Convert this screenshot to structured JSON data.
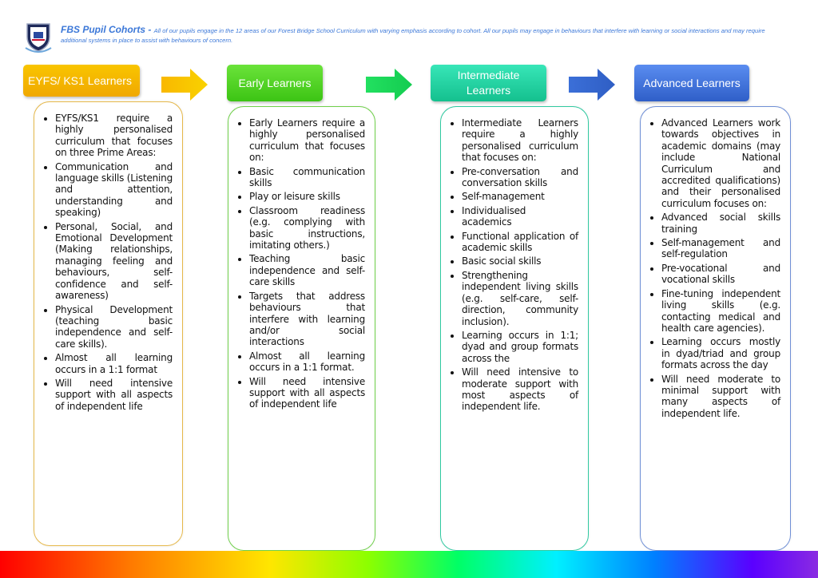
{
  "header": {
    "title": "FBS Pupil Cohorts",
    "dash": " - ",
    "description": "All of our pupils engage in the 12 areas of our Forest Bridge School Curriculum with varying emphasis according to cohort.  All our pupils may engage in behaviours that interfere with learning or social interactions and may require additional systems in place to assist with behaviours of concern."
  },
  "colors": {
    "eyfs": "#f7b500",
    "early": "#4fd01e",
    "intermediate": "#1fd3a6",
    "advanced": "#3a6fd8"
  },
  "columns": [
    {
      "title": "EYFS/ KS1 Learners",
      "items": [
        "EYFS/KS1 require a highly personalised curriculum that focuses on three Prime Areas:",
        "Communication and language skills (Listening and attention, understanding and speaking)",
        "Personal, Social, and Emotional Development (Making relationships, managing feeling and behaviours, self-confidence and self-awareness)",
        "Physical Development (teaching basic independence and self-care skills).",
        "Almost all learning occurs in a 1:1 format",
        "Will need intensive support with all aspects of independent life"
      ]
    },
    {
      "title": "Early Learners",
      "items": [
        "Early Learners require a highly personalised curriculum that focuses on:",
        "Basic communication skills",
        "Play or leisure skills",
        "Classroom readiness (e.g. complying with basic instructions, imitating others.)",
        "Teaching basic independence and self-care skills",
        "Targets that address behaviours that interfere with learning and/or social interactions",
        "Almost all learning occurs in a 1:1 format.",
        "Will need intensive support with all aspects of independent life"
      ]
    },
    {
      "title": "Intermediate Learners",
      "items": [
        "Intermediate Learners require a highly personalised curriculum that focuses on:",
        "Pre-conversation and conversation skills",
        "Self-management",
        "Individualised academics",
        "Functional application of academic skills",
        "Basic social skills",
        "Strengthening independent living skills (e.g. self-care, self-direction, community inclusion).",
        "Learning occurs in 1:1; dyad and group formats across the",
        "Will need intensive to moderate support with most aspects of independent life."
      ]
    },
    {
      "title": "Advanced Learners",
      "items": [
        "Advanced Learners work towards objectives in academic domains (may include National Curriculum and accredited qualifications) and their personalised curriculum focuses on:",
        "Advanced social skills training",
        "Self-management and self-regulation",
        "Pre-vocational and vocational skills",
        "Fine-tuning independent living skills (e.g. contacting medical and health care agencies).",
        "Learning occurs mostly in dyad/triad and group formats across the day",
        "Will need moderate to minimal support with many aspects of independent life."
      ]
    }
  ]
}
